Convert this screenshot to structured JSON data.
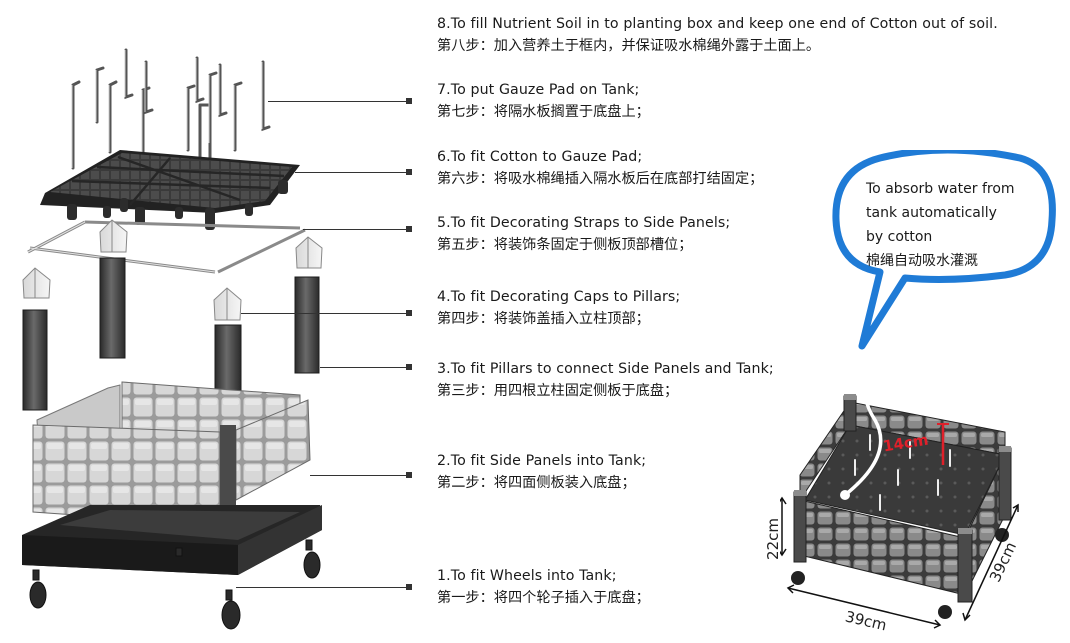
{
  "steps": [
    {
      "id": 8,
      "en": "8.To fill Nutrient Soil in to planting box and keep one end of Cotton out of soil.",
      "zh": "第八步：加入营养土于框内，并保证吸水棉绳外露于土面上。"
    },
    {
      "id": 7,
      "en": "7.To put Gauze Pad on Tank;",
      "zh": "第七步：将隔水板搁置于底盘上；"
    },
    {
      "id": 6,
      "en": "6.To fit Cotton to Gauze Pad;",
      "zh": "第六步：将吸水棉绳插入隔水板后在底部打结固定；"
    },
    {
      "id": 5,
      "en": "5.To fit Decorating Straps to Side Panels;",
      "zh": "第五步：将装饰条固定于侧板顶部槽位；"
    },
    {
      "id": 4,
      "en": "4.To fit Decorating Caps to Pillars;",
      "zh": "第四步：将装饰盖插入立柱顶部；"
    },
    {
      "id": 3,
      "en": "3.To fit Pillars to connect Side Panels and Tank;",
      "zh": "第三步：用四根立柱固定侧板于底盘；"
    },
    {
      "id": 2,
      "en": "2.To fit Side Panels into Tank;",
      "zh": "第二步：将四面侧板装入底盘；"
    },
    {
      "id": 1,
      "en": "1.To fit Wheels into Tank;",
      "zh": "第一步：将四个轮子插入于底盘；"
    }
  ],
  "bubble": {
    "lines": [
      "To absorb water from",
      "tank automatically",
      "by cotton",
      "棉绳自动吸水灌溉"
    ]
  },
  "dimensions": {
    "inner_depth": "14cm",
    "height": "22cm",
    "width": "39cm",
    "depth": "39cm"
  },
  "colors": {
    "part_dark": "#2f2f2f",
    "panel_light": "#bdbdbd",
    "accent_red": "#e0202a",
    "bubble_blue": "#1f7bd6"
  }
}
